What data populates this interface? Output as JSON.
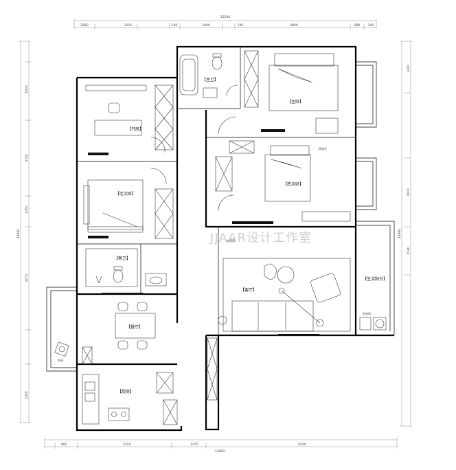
{
  "rooms": {
    "study": "【书房】",
    "north_bedroom": "【北次卧】",
    "guest_bath": "【客卫】",
    "dining": "【餐厅】",
    "kitchen": "【厨房】",
    "master_bath": "【主卫】",
    "master_bedroom": "【主卧】",
    "second_bedroom": "【南次卧】",
    "living": "【客厅】",
    "balcony": "【生活阳台】"
  },
  "annotations": {
    "top_overall": "15540",
    "top_segments": [
      "2880",
      "3350",
      "240",
      "2000",
      "240",
      "4800",
      "880",
      "240"
    ],
    "bottom_overall": "13800",
    "bottom_segments": [
      "900",
      "3350",
      "1470",
      "6540"
    ],
    "left_segments": [
      "1600",
      "3740",
      "1350",
      "3270",
      "1800"
    ],
    "right_segments": [
      "3200",
      "4000",
      "3540"
    ],
    "right_overall": "14660",
    "left_overall": "14660",
    "ac_note": "空调",
    "tv_note": "电视墙",
    "washer_note": "洗衣机",
    "dresser_note": "梳妆台",
    "watermark": "JJAAR设计工作室"
  },
  "colors": {
    "wall": "#000000",
    "hatch": "#111111",
    "watermark": "#cfcfcf"
  }
}
